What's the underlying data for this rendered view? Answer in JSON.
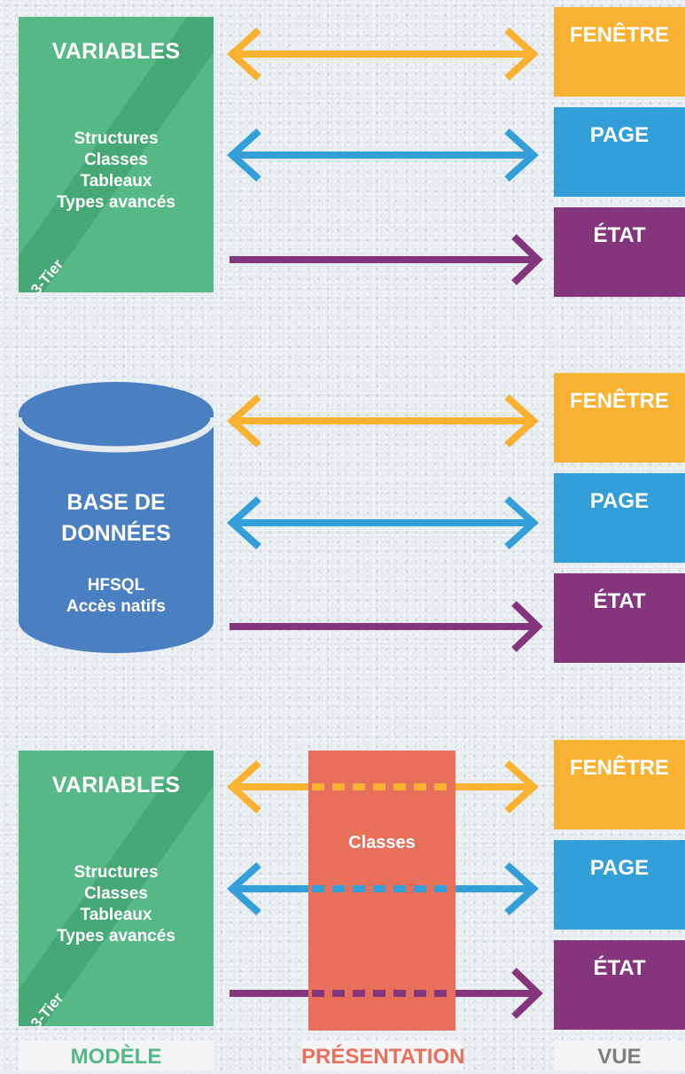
{
  "colors": {
    "model": "#55b886",
    "database": "#4a80c2",
    "presentation": "#e8705a",
    "fenetre": "#f8b131",
    "page": "#339fd8",
    "etat": "#84357c"
  },
  "rows": [
    {
      "source": {
        "type": "variables",
        "title": "VARIABLES",
        "lines": [
          "Structures",
          "Classes",
          "Tableaux",
          "Types avancés"
        ],
        "badge": "3-Tier"
      },
      "targets": [
        "FENÊTRE",
        "PAGE",
        "ÉTAT"
      ]
    },
    {
      "source": {
        "type": "database",
        "title_line1": "BASE DE",
        "title_line2": "DONNÉES",
        "lines": [
          "HFSQL",
          "Accès natifs"
        ]
      },
      "targets": [
        "FENÊTRE",
        "PAGE",
        "ÉTAT"
      ]
    },
    {
      "source": {
        "type": "variables",
        "title": "VARIABLES",
        "lines": [
          "Structures",
          "Classes",
          "Tableaux",
          "Types avancés"
        ],
        "badge": "3-Tier"
      },
      "presentation": {
        "label": "Classes"
      },
      "targets": [
        "FENÊTRE",
        "PAGE",
        "ÉTAT"
      ]
    }
  ],
  "footer": {
    "model": "MODÈLE",
    "presentation": "PRÉSENTATION",
    "view": "VUE"
  },
  "arrows": [
    {
      "connects": "FENÊTRE",
      "direction": "bidirectional"
    },
    {
      "connects": "PAGE",
      "direction": "bidirectional"
    },
    {
      "connects": "ÉTAT",
      "direction": "to-view"
    }
  ]
}
